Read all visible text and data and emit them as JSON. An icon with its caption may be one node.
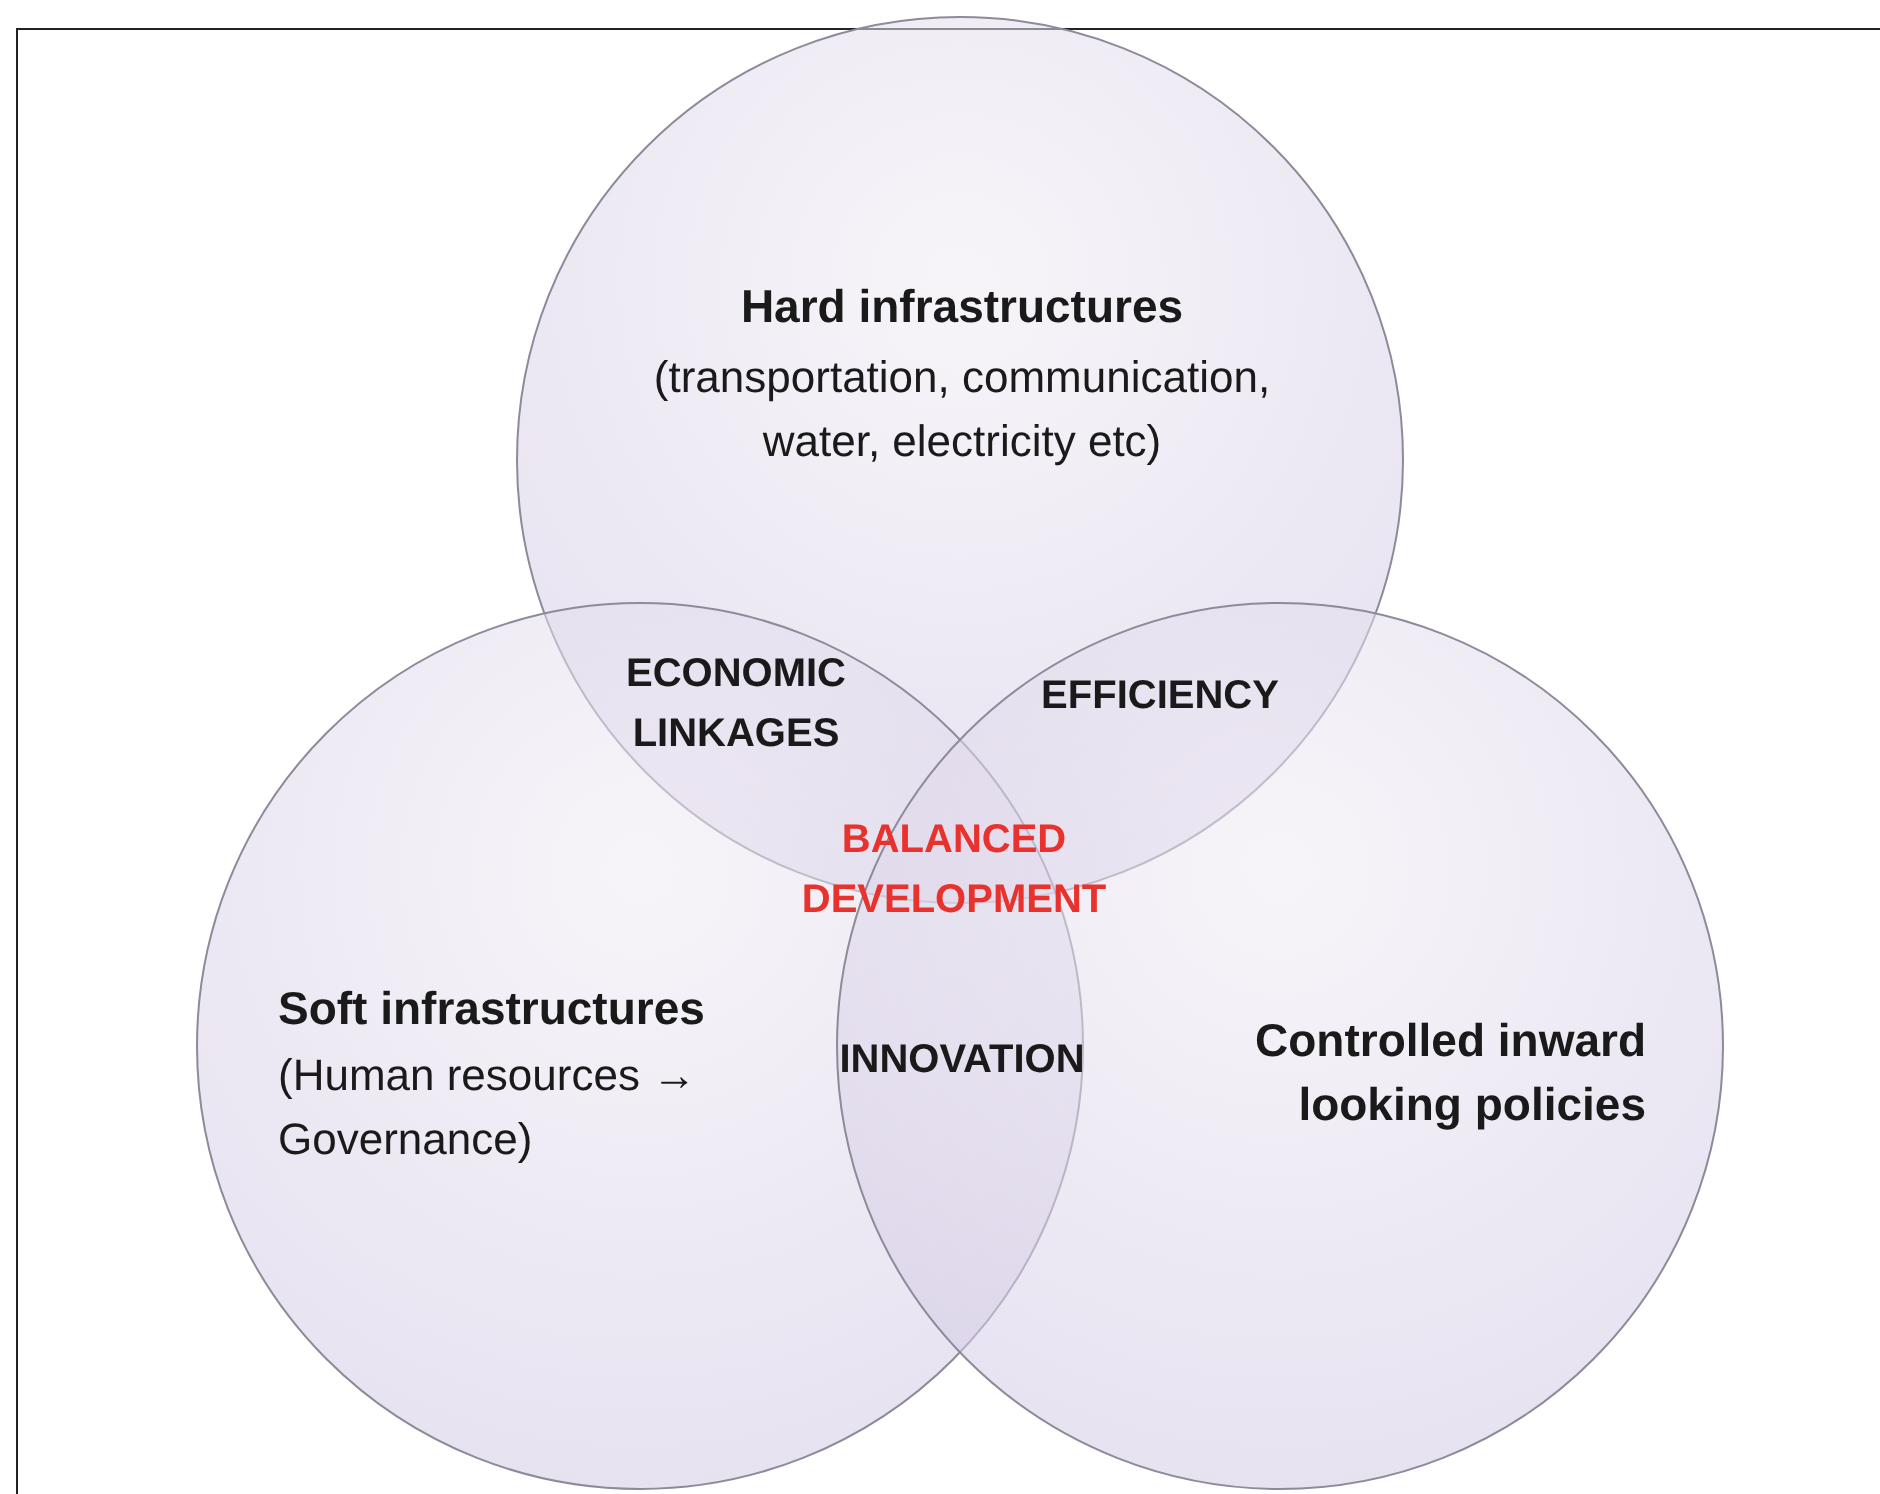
{
  "diagram": {
    "nodes": [
      {
        "text": [
          "Hard infrastructures",
          "(transportation, communication, water, electricity etc)"
        ]
      },
      {
        "text": [
          "Soft infrastructures",
          "(Human resources → Governance)"
        ]
      },
      {
        "text": [
          "Controlled inward looking policies"
        ]
      }
    ],
    "labels": [
      "ECONOMIC LINKAGES",
      "EFFICIENCY",
      "BALANCED DEVELOPMENT",
      "INNOVATION"
    ]
  }
}
